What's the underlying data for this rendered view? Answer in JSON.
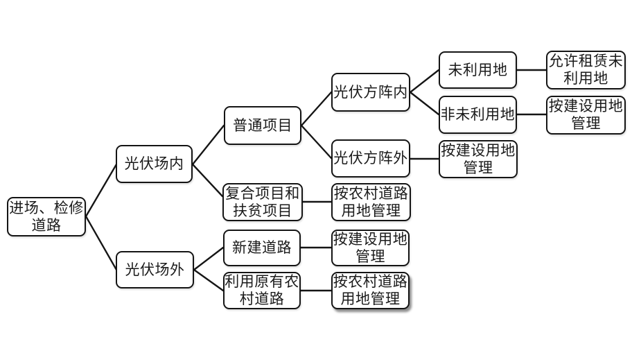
{
  "diagram": {
    "type": "flowchart",
    "description_semantics": "tree-diagram",
    "colors": {
      "background": "#ffffff",
      "box_border": "#141414",
      "box_fill": "#ffffff",
      "text": "#1a1a1a",
      "connector": "#151515"
    },
    "nodes": [
      {
        "id": "entry-maintenance-road",
        "label": "进场、检修\n道路"
      },
      {
        "id": "pv-field-inside",
        "label": "光伏场内"
      },
      {
        "id": "pv-field-outside",
        "label": "光伏场外"
      },
      {
        "id": "ordinary-project",
        "label": "普通项目"
      },
      {
        "id": "composite-and-poverty-project",
        "label": "复合项目和\n扶贫项目"
      },
      {
        "id": "new-road",
        "label": "新建道路"
      },
      {
        "id": "use-existing-rural-road",
        "label": "利用原有农\n村道路"
      },
      {
        "id": "pv-array-inside",
        "label": "光伏方阵内"
      },
      {
        "id": "pv-array-outside",
        "label": "光伏方阵外"
      },
      {
        "id": "unused-land",
        "label": "未利用地"
      },
      {
        "id": "non-unused-land",
        "label": "非未利用地"
      },
      {
        "id": "allow-lease-unused-land",
        "label": "允许租赁未\n利用地"
      },
      {
        "id": "manage-as-construction-land-1",
        "label": "按建设用地\n管理"
      },
      {
        "id": "manage-as-construction-land-2",
        "label": "按建设用地\n管理"
      },
      {
        "id": "manage-as-rural-road-land-1",
        "label": "按农村道路\n用地管理"
      },
      {
        "id": "manage-as-construction-land-3",
        "label": "按建设用地\n管理"
      },
      {
        "id": "manage-as-rural-road-land-2",
        "label": "按农村道路\n用地管理"
      }
    ],
    "edges": [
      {
        "from": "entry-maintenance-road",
        "to": "pv-field-inside"
      },
      {
        "from": "entry-maintenance-road",
        "to": "pv-field-outside"
      },
      {
        "from": "pv-field-inside",
        "to": "ordinary-project"
      },
      {
        "from": "pv-field-inside",
        "to": "composite-and-poverty-project"
      },
      {
        "from": "ordinary-project",
        "to": "pv-array-inside"
      },
      {
        "from": "ordinary-project",
        "to": "pv-array-outside"
      },
      {
        "from": "pv-array-inside",
        "to": "unused-land"
      },
      {
        "from": "pv-array-inside",
        "to": "non-unused-land"
      },
      {
        "from": "unused-land",
        "to": "allow-lease-unused-land"
      },
      {
        "from": "non-unused-land",
        "to": "manage-as-construction-land-1"
      },
      {
        "from": "pv-array-outside",
        "to": "manage-as-construction-land-2"
      },
      {
        "from": "composite-and-poverty-project",
        "to": "manage-as-rural-road-land-1"
      },
      {
        "from": "new-road",
        "to": "manage-as-construction-land-3"
      },
      {
        "from": "use-existing-rural-road",
        "to": "manage-as-rural-road-land-2"
      },
      {
        "from": "pv-field-outside",
        "to": "new-road"
      },
      {
        "from": "pv-field-outside",
        "to": "use-existing-rural-road"
      }
    ]
  }
}
